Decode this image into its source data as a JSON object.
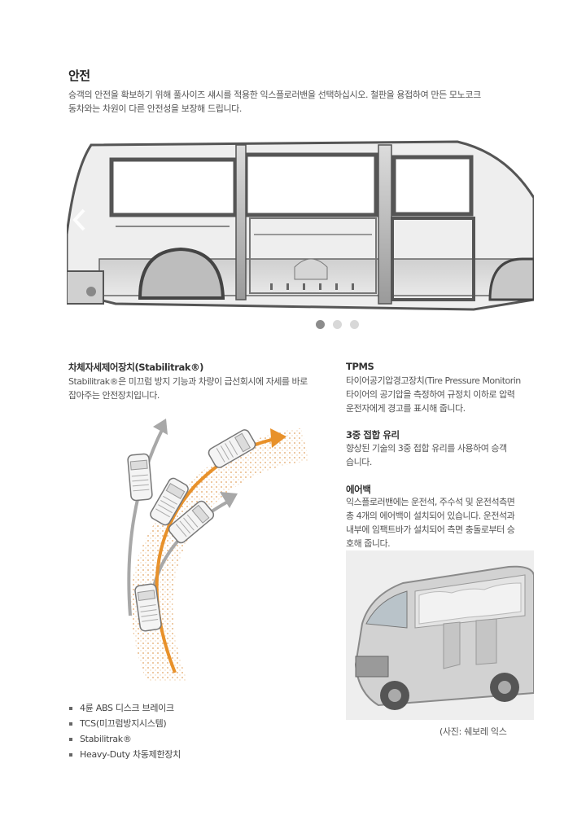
{
  "page": {
    "title": "안전",
    "intro": [
      "승객의 안전을 확보하기 위해 풀사이즈 섀시를 적용한 익스플로러밴을 선택하십시오. 철판을 용접하여 만든 모노코크",
      "동차와는 차원이 다른 안전성을 보장해 드립니다."
    ]
  },
  "carousel": {
    "prev_icon": "chevron-left-icon",
    "slide_count": 3,
    "active_index": 0
  },
  "stabilitrak": {
    "heading": "차체자세제어장치(Stabilitrak®)",
    "body": [
      "Stabilitrak®은 미끄럼 방지 기능과 차량이 급선회시에 자세를 바로",
      "잡아주는 안전장치입니다."
    ]
  },
  "features": [
    "4륜 ABS 디스크 브레이크",
    "TCS(미끄럼방지시스템)",
    "Stabilitrak®",
    "Heavy-Duty 차동제한장치"
  ],
  "tpms": {
    "heading": "TPMS",
    "body": [
      "타이어공기압경고장치(Tire Pressure Monitorin",
      "타이어의 공기압을 측정하여 규정치 이하로 압력",
      "운전자에게 경고를 표시해 줍니다."
    ]
  },
  "glass": {
    "heading": "3중 접합 유리",
    "body": [
      "향상된 기술의 3중 접합 유리를 사용하여 승객",
      "습니다."
    ]
  },
  "airbag": {
    "heading": "에어백",
    "body": [
      "익스플로러밴에는 운전석, 주수석 및 운전석측면",
      "총 4개의 에어백이 설치되어 있습니다. 운전석과",
      "내부에 임팩트바가 설치되어 측면 충돌로부터 승",
      "호해 줍니다."
    ]
  },
  "photo_caption": "(사진: 쉐보레 익스",
  "colors": {
    "accent_orange": "#e8912a",
    "arrow_gray": "#a8a8a8",
    "dot_active": "#8c8c8c",
    "dot_inactive": "#d8d8d8"
  }
}
